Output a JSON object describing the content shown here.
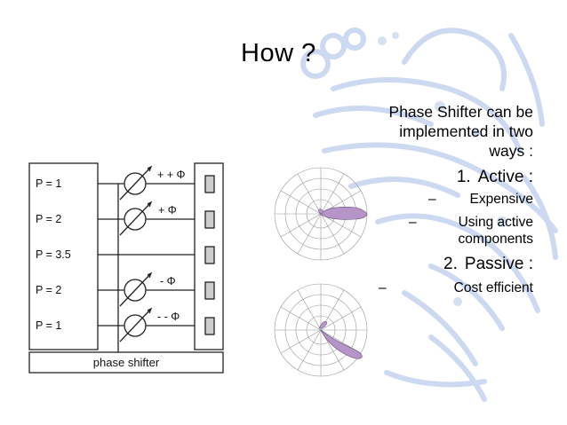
{
  "slide": {
    "title": "How ?",
    "intro_lines": [
      "Phase Shifter can be",
      "implemented in two",
      "ways :"
    ],
    "items": [
      {
        "number": "1.",
        "label": "Active :",
        "subs": [
          {
            "lines": [
              "Expensive"
            ]
          },
          {
            "lines": [
              "Using active",
              "components"
            ]
          }
        ]
      },
      {
        "number": "2.",
        "label": "Passive :",
        "subs": [
          {
            "lines": [
              "Cost efficient"
            ]
          }
        ]
      }
    ],
    "dash": "–"
  },
  "diagram": {
    "power_labels": [
      "P = 1",
      "P = 2",
      "P = 3.5",
      "P = 2",
      "P = 1"
    ],
    "phase_labels": [
      "+ + Φ",
      "+ Φ",
      "- Φ",
      "- - Φ"
    ],
    "footer": "phase shifter"
  },
  "colors": {
    "lobe": "#b594c8",
    "watermark": "#c9d6ee",
    "line": "#222222"
  }
}
